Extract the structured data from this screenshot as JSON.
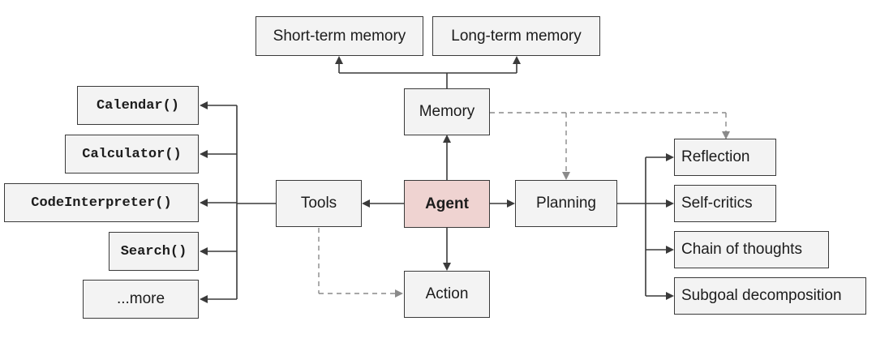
{
  "center": {
    "agent": "Agent"
  },
  "memory": {
    "label": "Memory",
    "short_term": "Short-term memory",
    "long_term": "Long-term memory"
  },
  "tools": {
    "label": "Tools",
    "items": [
      "Calendar()",
      "Calculator()",
      "CodeInterpreter()",
      "Search()",
      "...more"
    ]
  },
  "planning": {
    "label": "Planning",
    "items": [
      "Reflection",
      "Self-critics",
      "Chain of thoughts",
      "Subgoal decomposition"
    ]
  },
  "action": {
    "label": "Action"
  },
  "colors": {
    "agent_fill": "#efd3d1",
    "box_fill": "#f3f3f3",
    "line": "#3a3a3a",
    "dashed": "#8a8a8a"
  }
}
